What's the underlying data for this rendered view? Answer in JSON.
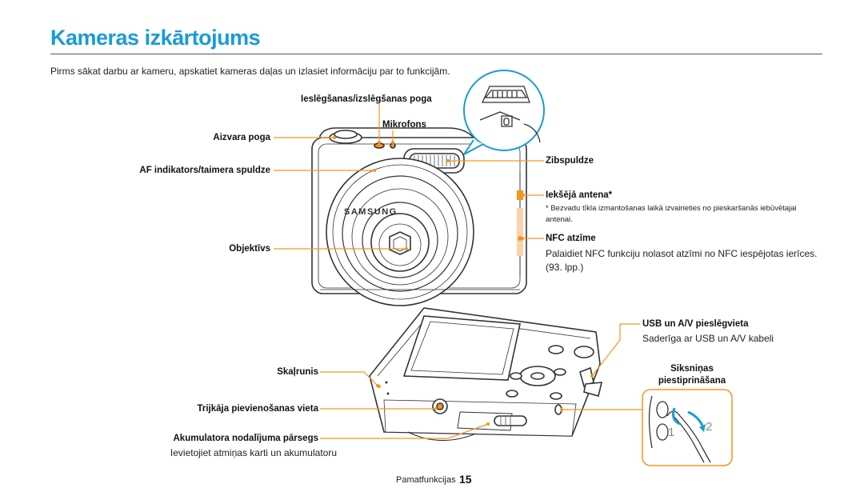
{
  "page": {
    "title": "Kameras izkārtojums",
    "intro": "Pirms sākat darbu ar kameru, apskatiet kameras daļas un izlasiet informāciju par to funkcijām."
  },
  "labels": {
    "power_button": "Ieslēgšanas/izslēgšanas poga",
    "microphone": "Mikrofons",
    "shutter_button": "Aizvara poga",
    "af_lamp": "AF indikators/taimera spuldze",
    "flash": "Zibspuldze",
    "antenna": "Iekšējā antena*",
    "antenna_note": "* Bezvadu tīkla izmantošanas laikā izvairieties no pieskaršanās iebūvētajai antenai.",
    "lens": "Objektīvs",
    "nfc": "NFC atzīme",
    "nfc_desc": "Palaidiet NFC funkciju nolasot atzīmi no NFC iespējotas ierīces. (93. lpp.)",
    "usb": "USB un A/V pieslēgvieta",
    "usb_desc": "Saderīga ar USB un A/V kabeli",
    "strap": "Siksniņas piestiprināšana",
    "speaker": "Skaļrunis",
    "tripod": "Trijkāja pievienošanas vieta",
    "battery": "Akumulatora nodalījuma pārsegs",
    "battery_desc": "Ievietojiet atmiņas karti un akumulatoru"
  },
  "camera": {
    "brand": "SAMSUNG"
  },
  "strap_steps": [
    "1",
    "2"
  ],
  "footer": {
    "section": "Pamatfunkcijas",
    "page_number": "15"
  },
  "colors": {
    "title": "#1a9bd7",
    "callout": "#f7941d",
    "body_outline": "#333333"
  }
}
